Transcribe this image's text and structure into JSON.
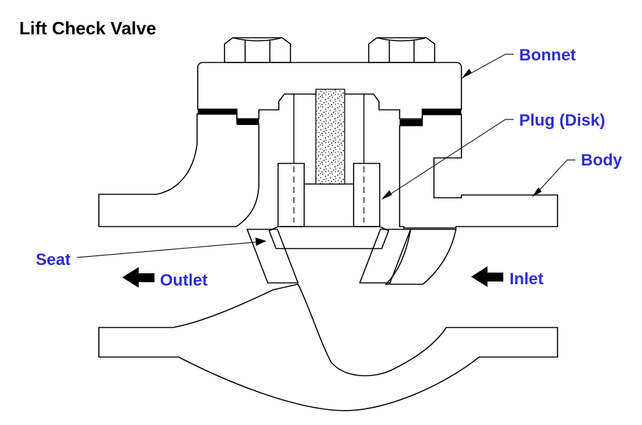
{
  "diagram": {
    "title": "Lift Check Valve",
    "labels": {
      "bonnet": "Bonnet",
      "plug": "Plug (Disk)",
      "body": "Body",
      "seat": "Seat",
      "outlet": "Outlet",
      "inlet": "Inlet"
    },
    "colors": {
      "label_blue": "#2e2ecd",
      "line_black": "#000000",
      "gasket_black": "#000000",
      "background": "#ffffff"
    }
  }
}
